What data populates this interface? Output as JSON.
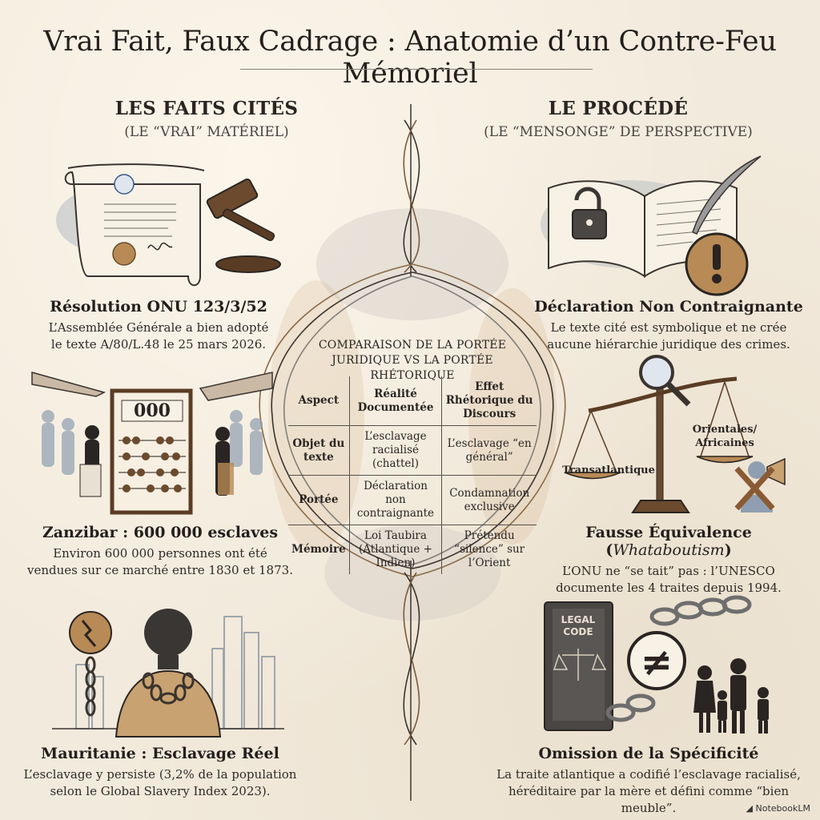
{
  "title": "Vrai Fait, Faux Cadrage : Anatomie d’un Contre-Feu Mémoriel",
  "left": {
    "heading": "LES FAITS CITÉS",
    "subheading": "(LE “VRAI” MATÉRIEL)",
    "items": [
      {
        "title": "Résolution ONU 123/3/52",
        "text": [
          "L’Assemblée Générale a bien adopté",
          "le texte A/80/L.48 le 25 mars 2026."
        ]
      },
      {
        "title": "Zanzibar : 600 000 esclaves",
        "text": [
          "Environ 600 000 personnes ont été",
          "vendues sur ce marché entre 1830 et 1873."
        ],
        "abacus_label": "000"
      },
      {
        "title": "Mauritanie : Esclavage Réel",
        "text": [
          "L’esclavage y persiste (3,2% de la population",
          "selon le Global Slavery Index 2023)."
        ]
      }
    ]
  },
  "right": {
    "heading": "LE PROCÉDÉ",
    "subheading": "(LE “MENSONGE” DE PERSPECTIVE)",
    "items": [
      {
        "title": "Déclaration Non Contraignante",
        "text": [
          "Le texte cité est symbolique et ne crée",
          "aucune hiérarchie juridique des crimes."
        ]
      },
      {
        "title_main": "Fausse Équivalence (",
        "title_em": "Whataboutism",
        "title_end": ")",
        "text": [
          "L’ONU ne “se tait” pas : l’UNESCO",
          "documente les 4 traites depuis 1994."
        ],
        "scale_left": "Transatlantique",
        "scale_right_1": "Orientales/",
        "scale_right_2": "Africaines"
      },
      {
        "title": "Omission de la Spécificité",
        "text": [
          "La traite atlantique a codifié l’esclavage racialisé,",
          "héréditaire par la mère et défini comme “bien meuble”."
        ],
        "book_line1": "LEGAL",
        "book_line2": "CODE",
        "symbol": "≠"
      }
    ]
  },
  "center": {
    "title_line1": "COMPARAISON DE LA PORTÉE",
    "title_line2": "JURIDIQUE VS LA PORTÉE RHÉTORIQUE",
    "table": {
      "headers": [
        "Aspect",
        "Réalité Documentée",
        "Effet Rhétorique du Discours"
      ],
      "rows": [
        [
          "Objet du texte",
          "L’esclavage racialisé (chattel)",
          "L’esclavage “en général”"
        ],
        [
          "Portée",
          "Déclaration non contraignante",
          "Condamnation exclusive"
        ],
        [
          "Mémoire",
          "Loi Taubira (Atlantique + Indien)",
          "Prétendu “silence” sur l’Orient"
        ]
      ]
    }
  },
  "footer": "NotebookLM",
  "colors": {
    "ink": "#2a2522",
    "paper": "#f2eadc",
    "sepia": "#b88a55",
    "wash_blue": "#8f9fb1"
  }
}
